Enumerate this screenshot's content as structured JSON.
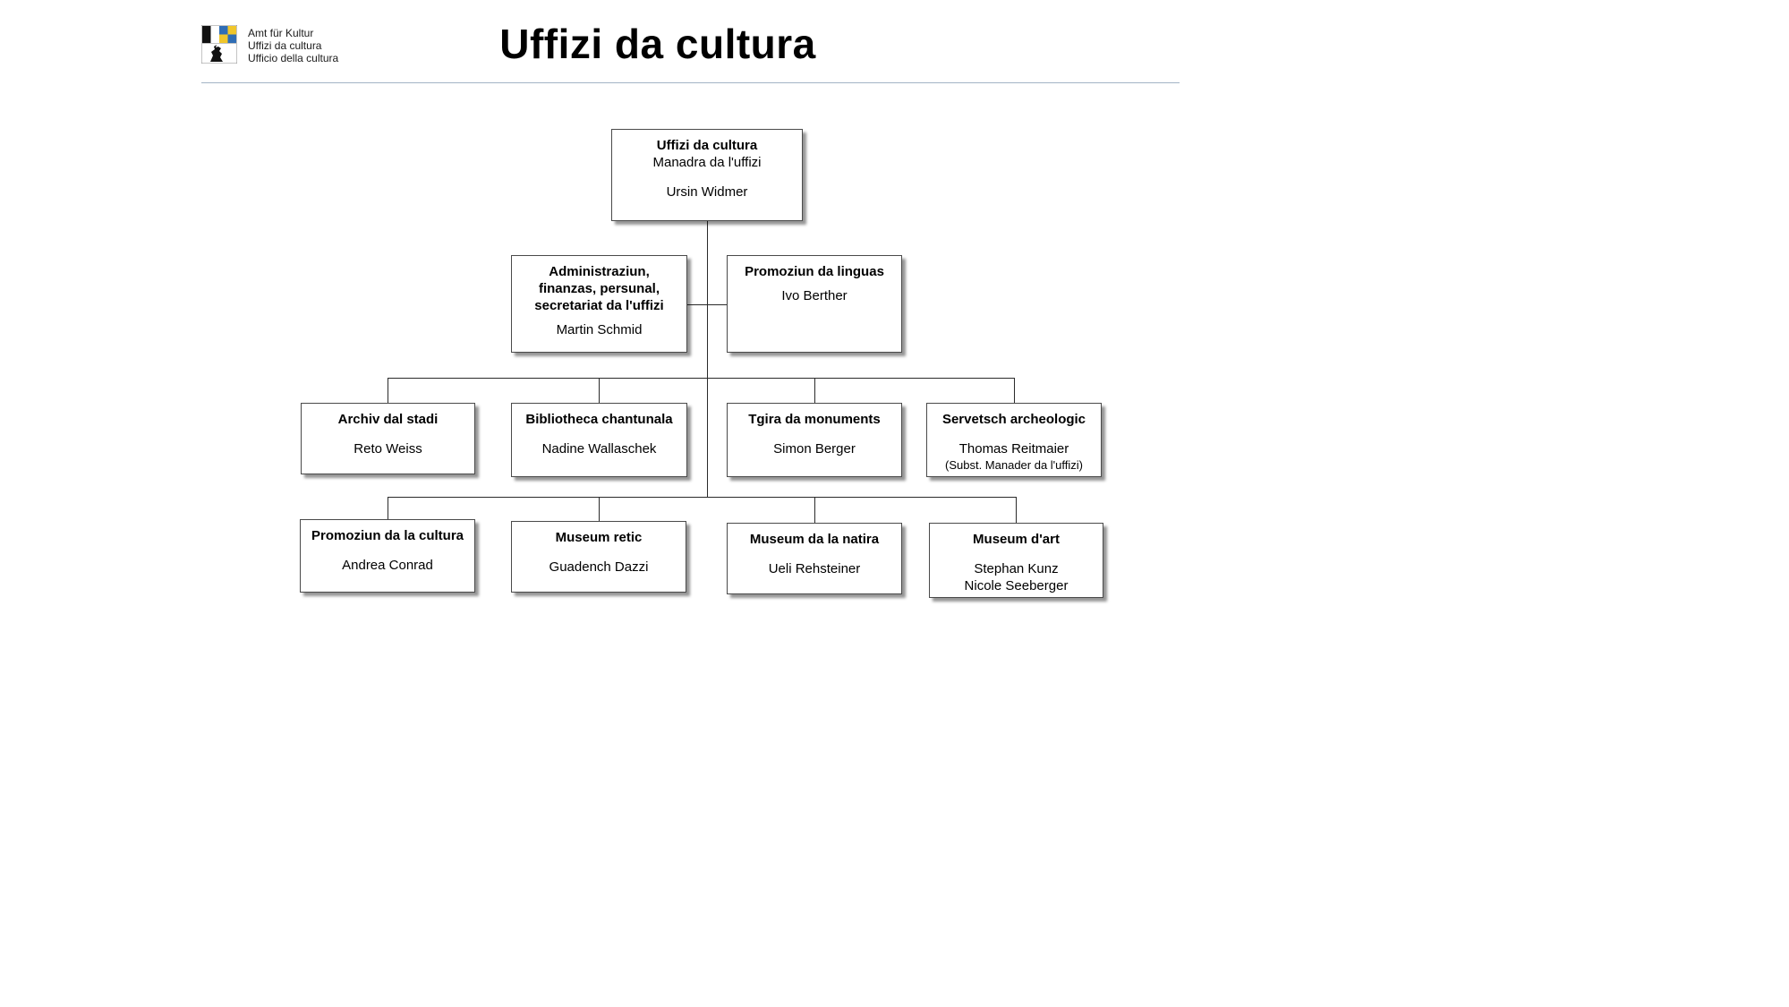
{
  "header": {
    "logo_lines": [
      "Amt für Kultur",
      "Uffizi da cultura",
      "Ufficio della cultura"
    ],
    "title": "Uffizi da cultura"
  },
  "org": {
    "root": {
      "title": "Uffizi da cultura",
      "role": "Manadra da l'uffizi",
      "person": "Ursin Widmer"
    },
    "staff": [
      {
        "title": "Administraziun, finanzas, persunal, secretariat da l'uffizi",
        "person": "Martin Schmid"
      },
      {
        "title": "Promoziun da linguas",
        "person": "Ivo Berther"
      }
    ],
    "row3": [
      {
        "title": "Archiv dal stadi",
        "person": "Reto Weiss"
      },
      {
        "title": "Bibliotheca chantunala",
        "person": "Nadine Wallaschek"
      },
      {
        "title": "Tgira da monuments",
        "person": "Simon Berger"
      },
      {
        "title": "Servetsch archeologic",
        "person": "Thomas Reitmaier",
        "note": "(Subst. Manader da l'uffizi)"
      }
    ],
    "row4": [
      {
        "title": "Promoziun da la cultura",
        "person": "Andrea Conrad"
      },
      {
        "title": "Museum retic",
        "person": "Guadench Dazzi"
      },
      {
        "title": "Museum da la natira",
        "person": "Ueli Rehsteiner"
      },
      {
        "title": "Museum d'art",
        "person": "Stephan Kunz",
        "person2": "Nicole Seeberger"
      }
    ]
  }
}
